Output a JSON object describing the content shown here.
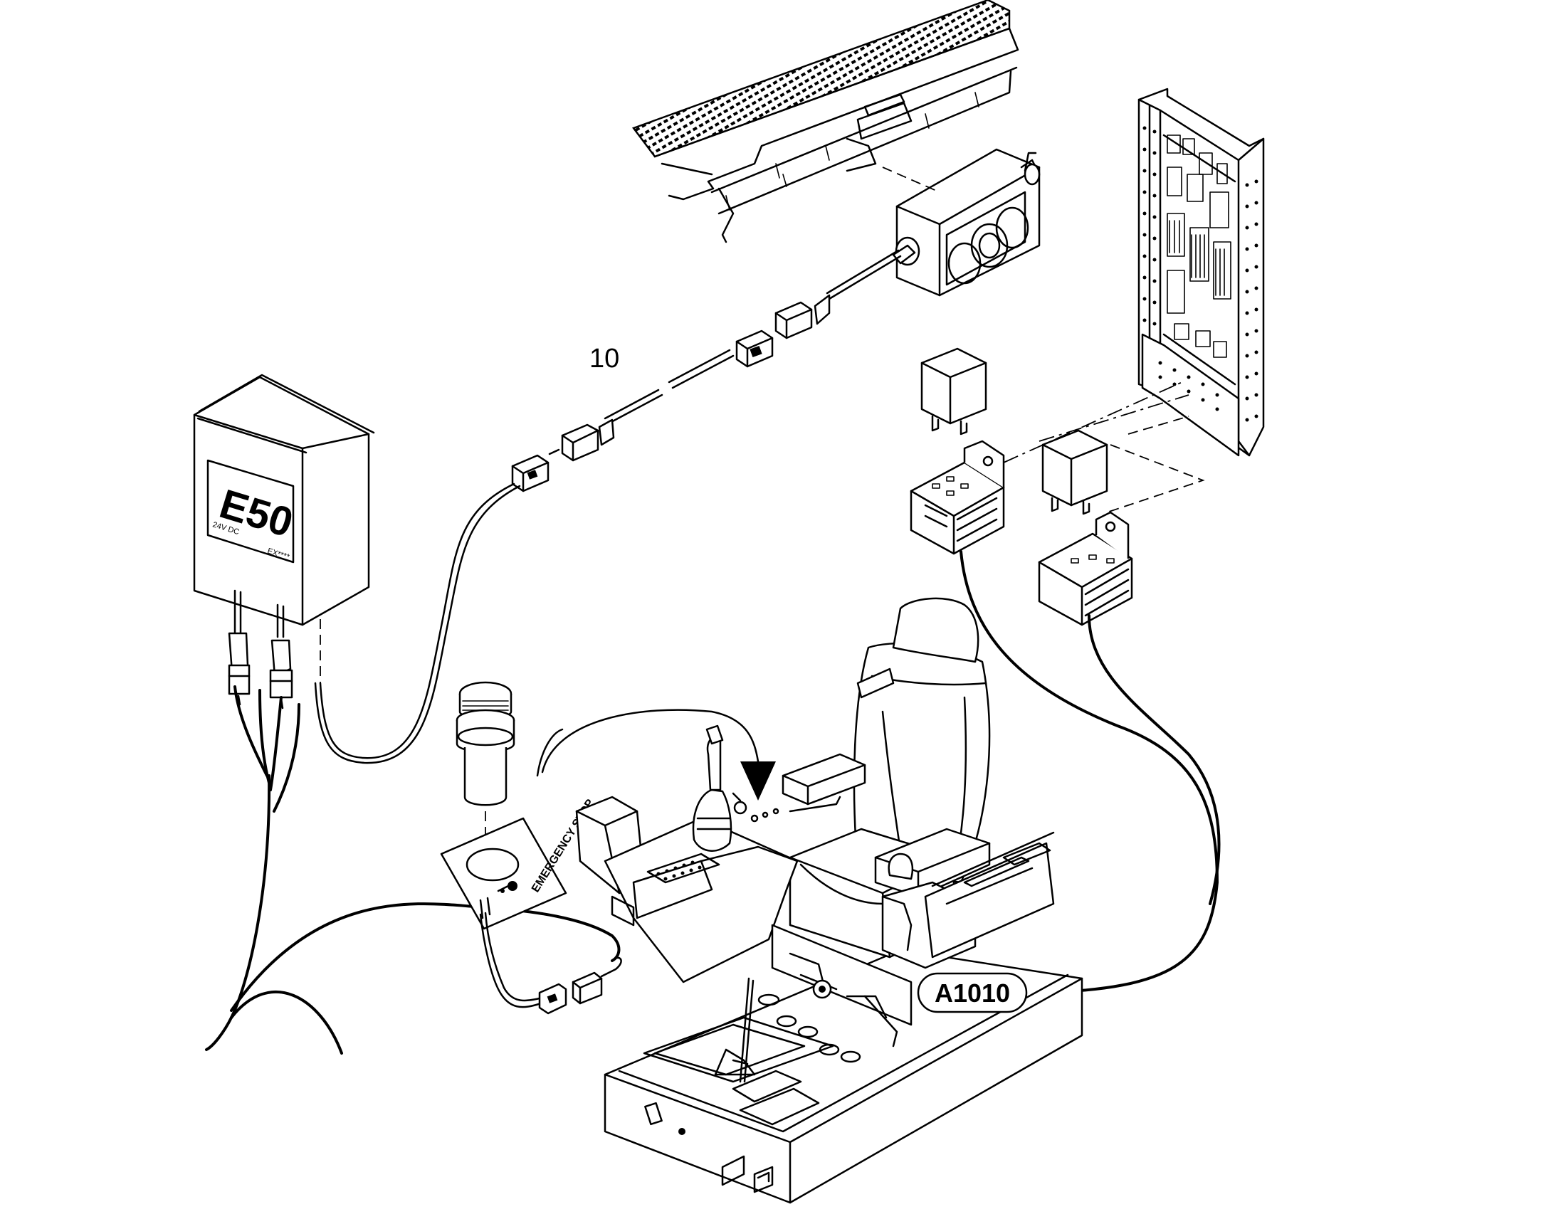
{
  "labels": {
    "part_number": "10",
    "e50_box_title": "E50",
    "e50_box_sub_left": "24V DC",
    "e50_box_sub_right": "EX****",
    "emergency_stop_plate": "EMERGENCY STOP",
    "cab_label": "A1010"
  }
}
